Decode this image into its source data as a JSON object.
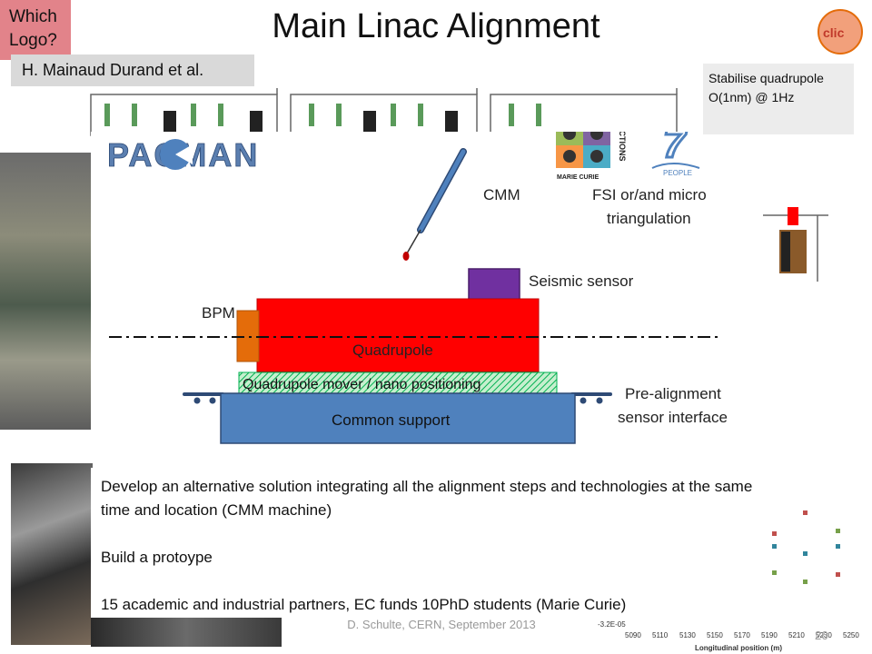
{
  "header": {
    "title": "Main Linac Alignment",
    "which_logo": "Which Logo?",
    "author": "H. Mainaud Durand et al.",
    "stabilise_note": "Stabilise quadrupole O(1nm) @ 1Hz"
  },
  "logos": {
    "pacman": "PACMAN",
    "marie_curie": "MARIE CURIE",
    "actions": "ACTIONS",
    "people": "PEOPLE",
    "clic": "CLIC"
  },
  "diagram": {
    "cmm_label": "CMM",
    "fsi_label_line1": "FSI or/and micro",
    "fsi_label_line2": "triangulation",
    "seismic_label": "Seismic sensor",
    "bpm_label": "BPM",
    "quadrupole_label": "Quadrupole",
    "mover_label": "Quadrupole mover / nano positioning",
    "prealign_line1": "Pre-alignment",
    "prealign_line2": "sensor interface",
    "support_label": "Common support"
  },
  "body_text": {
    "p1": "Develop an alternative solution integrating all the alignment steps and technologies at the same time and location (CMM machine)",
    "p2": "Build a protoype",
    "p3": "15 academic and industrial partners, EC funds 10PhD students (Marie Curie)"
  },
  "plot": {
    "xlabel": "Longitudinal position (m)",
    "x_ticks": [
      "5090",
      "5110",
      "5130",
      "5150",
      "5170",
      "5190",
      "5210",
      "5230",
      "5250"
    ],
    "y_tick": "-3.2E-05"
  },
  "footer": {
    "text": "D. Schulte, CERN, September 2013",
    "page": "26"
  },
  "colors": {
    "quadrupole": "#ff0000",
    "support": "#4f81bd",
    "mover": "#00b050",
    "bpm": "#e46c0a",
    "seismic": "#7030a0",
    "which_logo_bg": "#e2838a"
  }
}
